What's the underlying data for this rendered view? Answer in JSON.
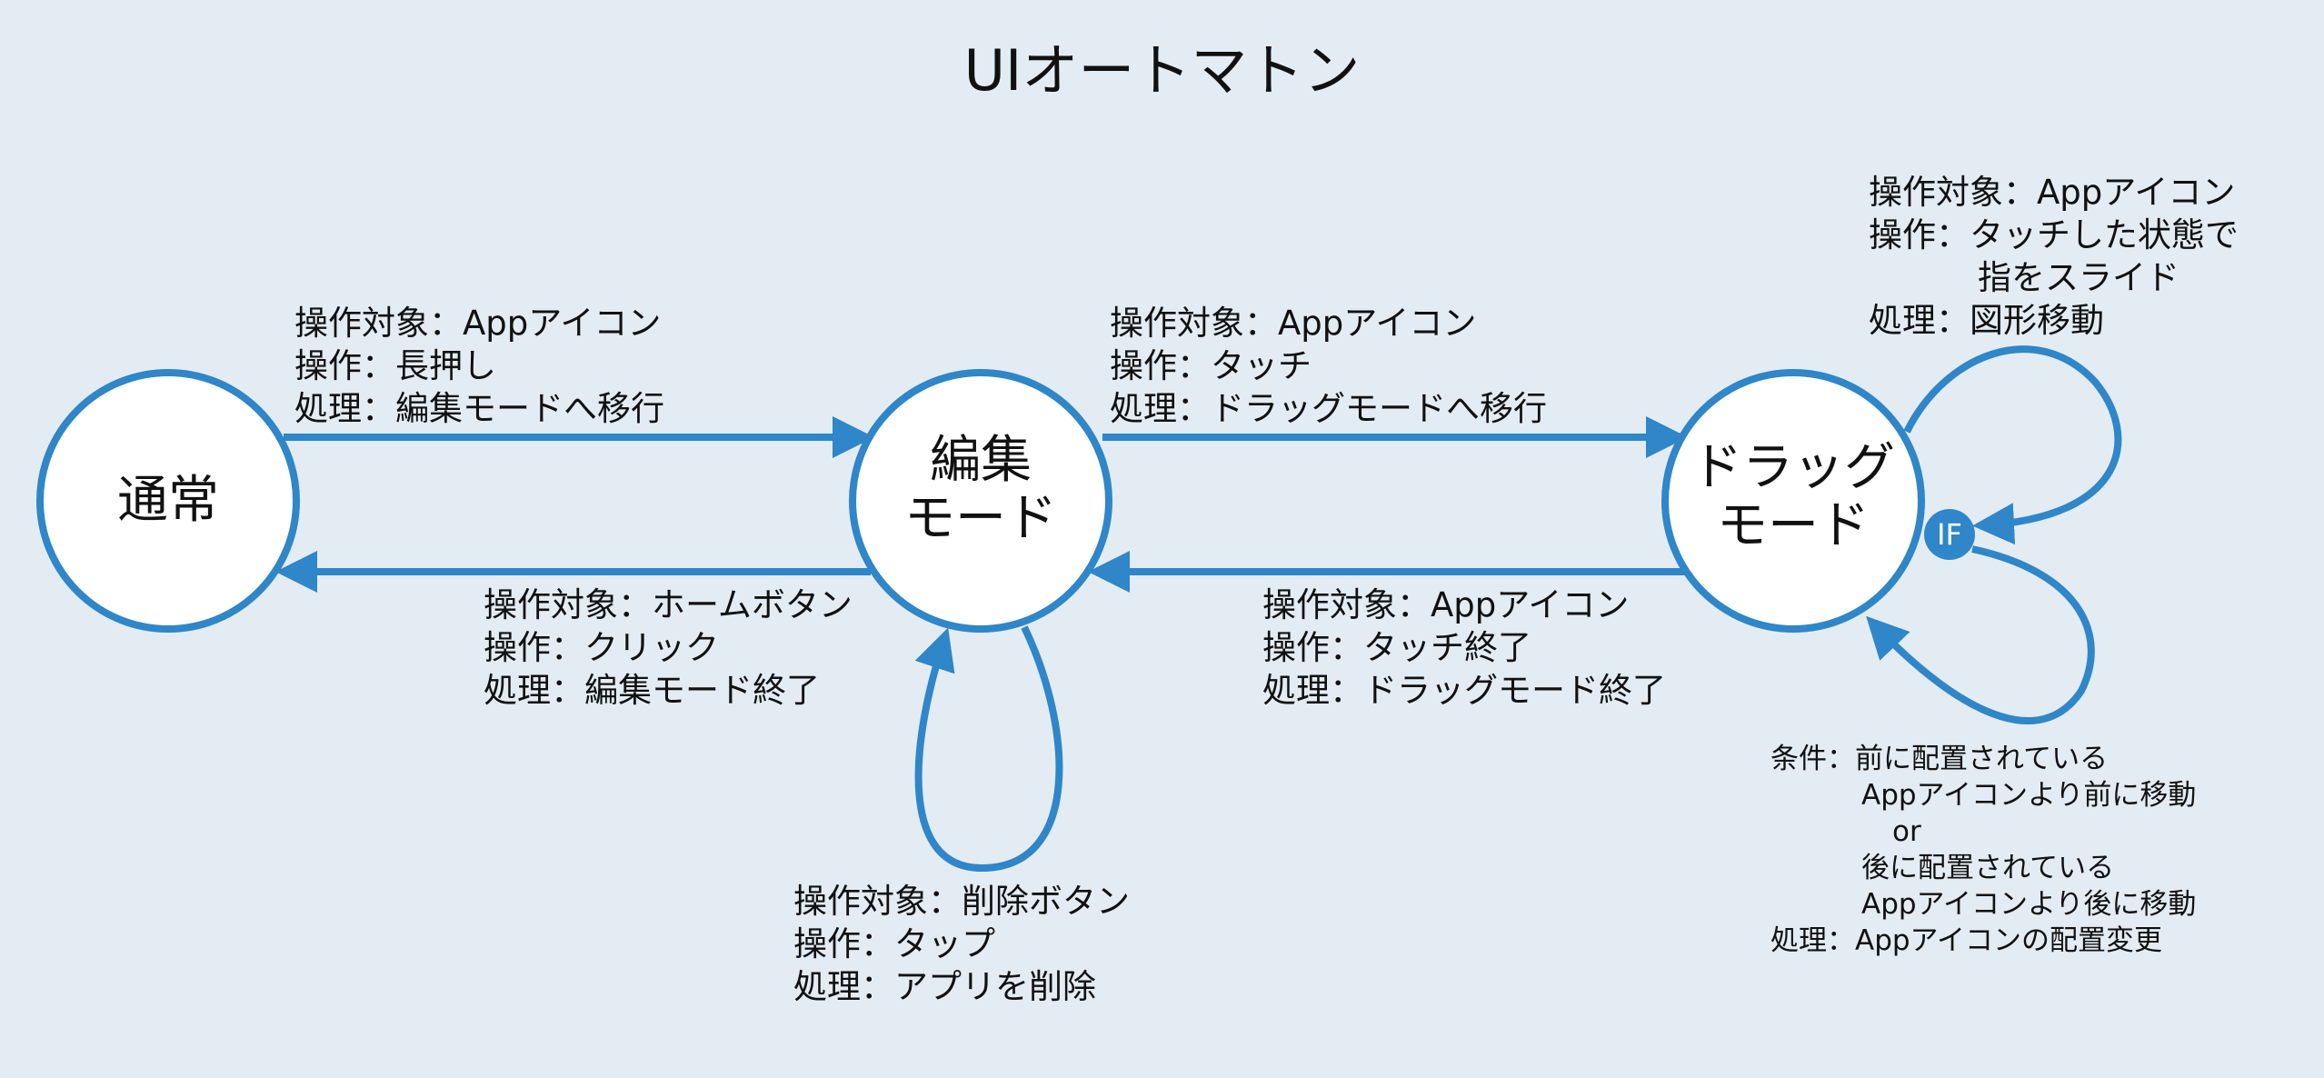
{
  "title": "UIオートマトン",
  "colors": {
    "accent": "#2f86c8",
    "background": "#e3ecf3",
    "node_fill": "#ffffff"
  },
  "nodes": {
    "normal": "通常",
    "edit": [
      "編集",
      "モード"
    ],
    "drag": [
      "ドラッグ",
      "モード"
    ]
  },
  "if_badge": "IF",
  "transitions": {
    "normal_to_edit": [
      "操作対象：Appアイコン",
      "操作：長押し",
      "処理：編集モードへ移行"
    ],
    "edit_to_normal": [
      "操作対象：ホームボタン",
      "操作：クリック",
      "処理：編集モード終了"
    ],
    "edit_to_drag": [
      "操作対象：Appアイコン",
      "操作：タッチ",
      "処理：ドラッグモードへ移行"
    ],
    "drag_to_edit": [
      "操作対象：Appアイコン",
      "操作：タッチ終了",
      "処理：ドラッグモード終了"
    ],
    "edit_self": [
      "操作対象：削除ボタン",
      "操作：タップ",
      "処理：アプリを削除"
    ],
    "drag_self_top": [
      "操作対象：Appアイコン",
      "操作：タッチした状態で",
      "指をスライド",
      "処理：図形移動"
    ],
    "drag_self_condition": [
      "条件：前に配置されている",
      "Appアイコンより前に移動",
      "or",
      "後に配置されている",
      "Appアイコンより後に移動",
      "処理：Appアイコンの配置変更"
    ]
  }
}
